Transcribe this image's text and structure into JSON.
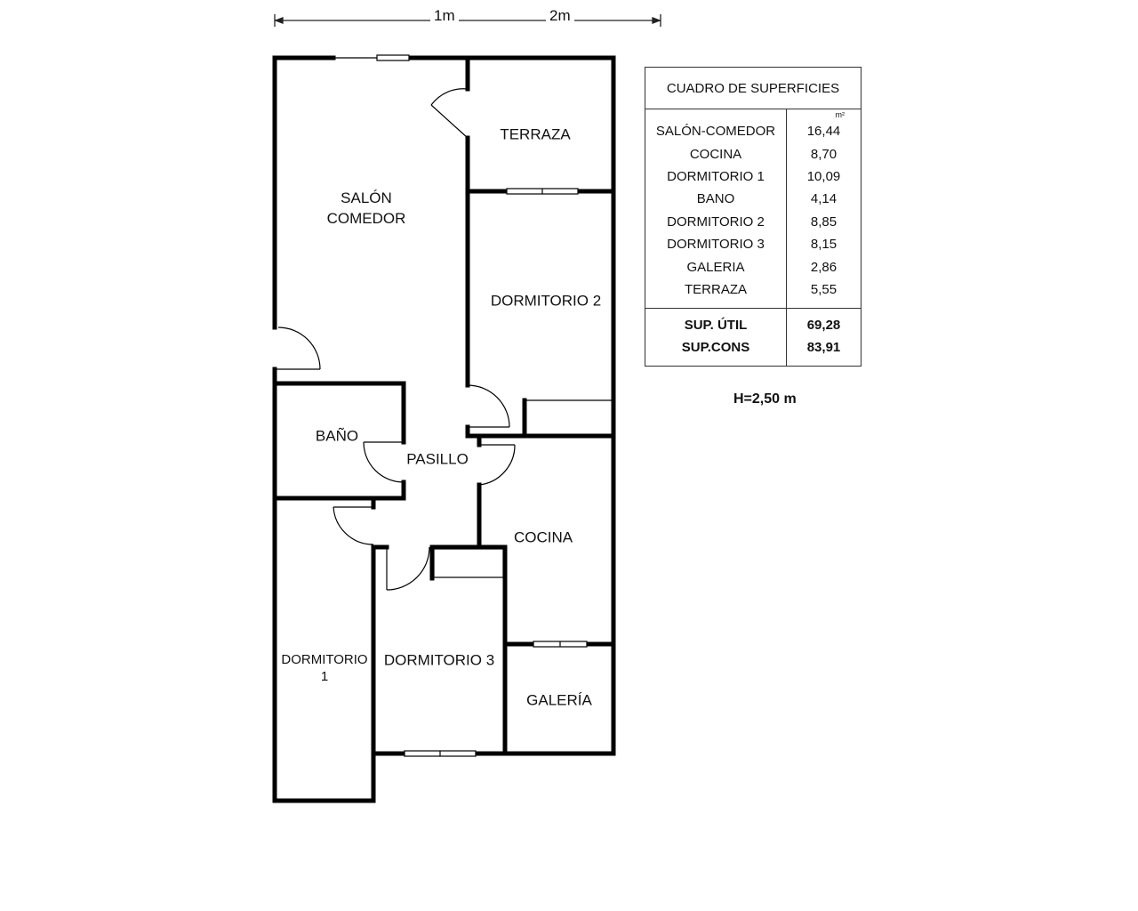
{
  "scale": {
    "mark_1": "1m",
    "mark_2": "2m"
  },
  "rooms": {
    "salon": [
      "SALÓN",
      "COMEDOR"
    ],
    "terraza": "TERRAZA",
    "dormitorio2": "DORMITORIO 2",
    "bano": "BAÑO",
    "pasillo": "PASILLO",
    "cocina": "COCINA",
    "dormitorio1": [
      "DORMITORIO",
      "1"
    ],
    "dormitorio3": "DORMITORIO 3",
    "galeria": "GALERÍA"
  },
  "table": {
    "title": "CUADRO DE SUPERFICIES",
    "unit": "m²",
    "rows": [
      {
        "name": "SALÓN-COMEDOR",
        "value": "16,44"
      },
      {
        "name": "COCINA",
        "value": "8,70"
      },
      {
        "name": "DORMITORIO 1",
        "value": "10,09"
      },
      {
        "name": "BANO",
        "value": "4,14"
      },
      {
        "name": "DORMITORIO 2",
        "value": "8,85"
      },
      {
        "name": "DORMITORIO 3",
        "value": "8,15"
      },
      {
        "name": "GALERIA",
        "value": "2,86"
      },
      {
        "name": "TERRAZA",
        "value": "5,55"
      }
    ],
    "totals": [
      {
        "name": "SUP. ÚTIL",
        "value": "69,28"
      },
      {
        "name": "SUP.CONS",
        "value": "83,91"
      }
    ]
  },
  "ceiling_height": "H=2,50 m"
}
